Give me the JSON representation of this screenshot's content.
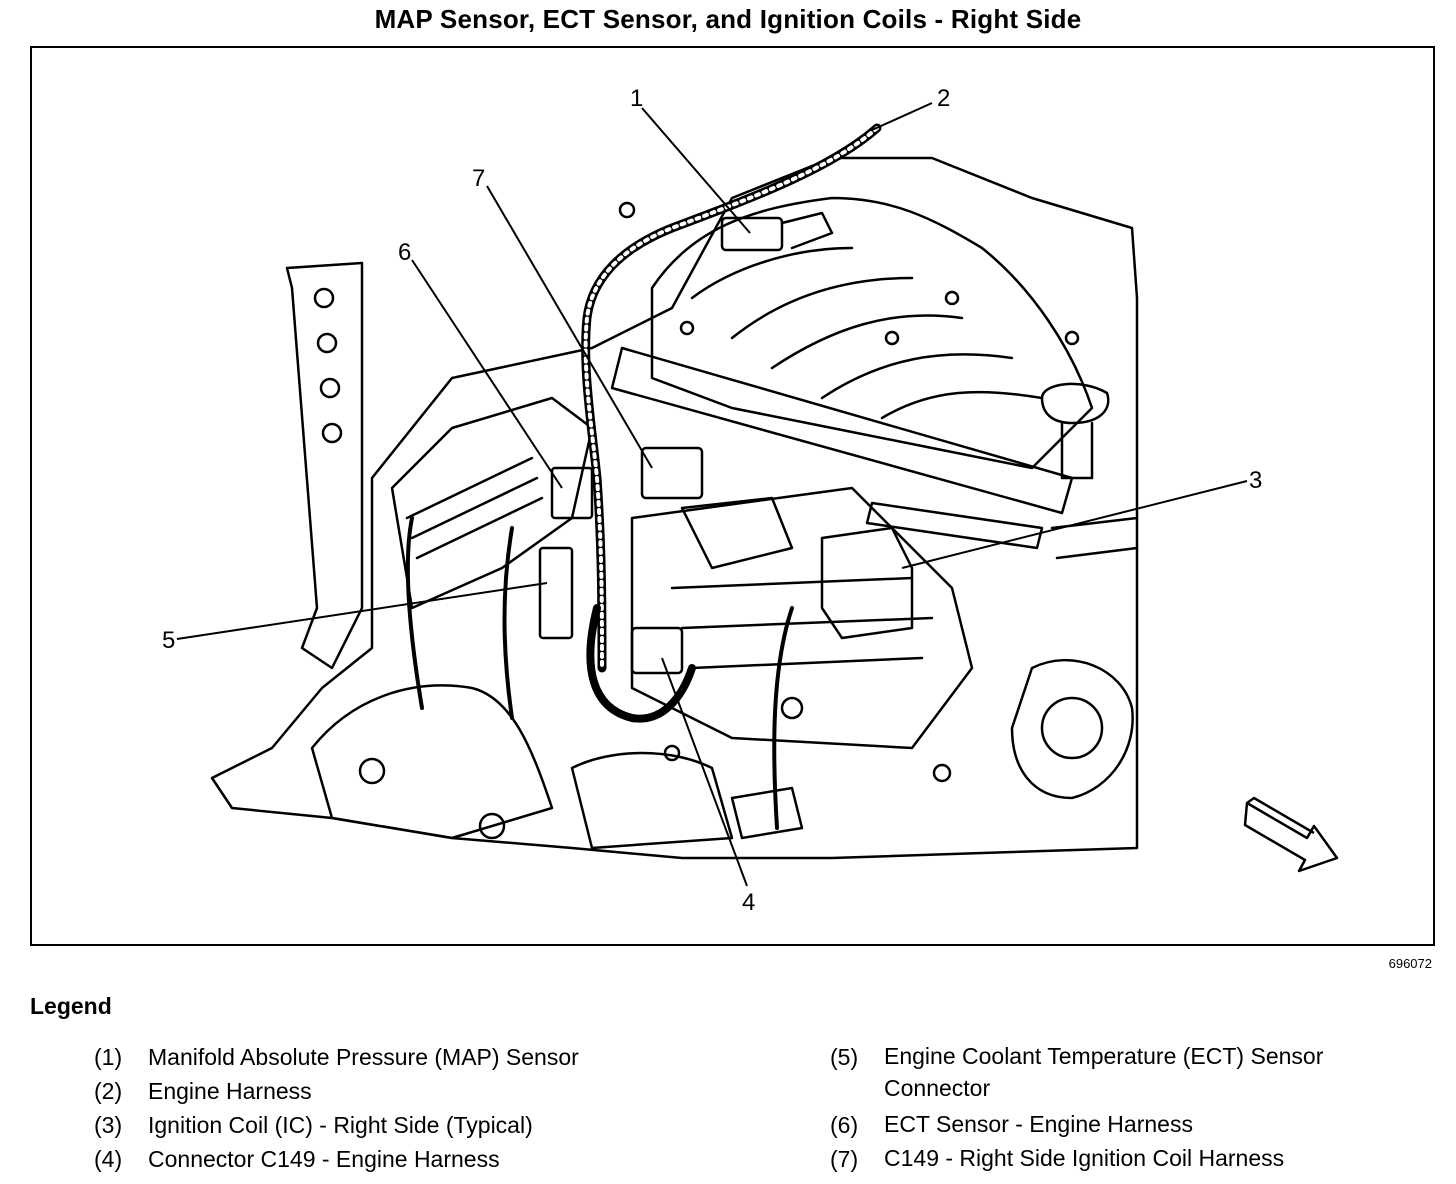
{
  "title": "MAP Sensor, ECT Sensor, and Ignition Coils - Right Side",
  "figure_id": "696072",
  "callouts": [
    "1",
    "2",
    "3",
    "4",
    "5",
    "6",
    "7"
  ],
  "legend_heading": "Legend",
  "legend_left": [
    {
      "num": "(1)",
      "text": "Manifold Absolute Pressure (MAP) Sensor"
    },
    {
      "num": "(2)",
      "text": "Engine Harness"
    },
    {
      "num": "(3)",
      "text": "Ignition Coil (IC) - Right Side (Typical)"
    },
    {
      "num": "(4)",
      "text": "Connector C149 - Engine Harness"
    }
  ],
  "legend_right": [
    {
      "num": "(5)",
      "text": "Engine Coolant Temperature (ECT) Sensor Connector"
    },
    {
      "num": "(6)",
      "text": "ECT Sensor - Engine Harness"
    },
    {
      "num": "(7)",
      "text": "C149 - Right Side Ignition Coil Harness"
    }
  ]
}
